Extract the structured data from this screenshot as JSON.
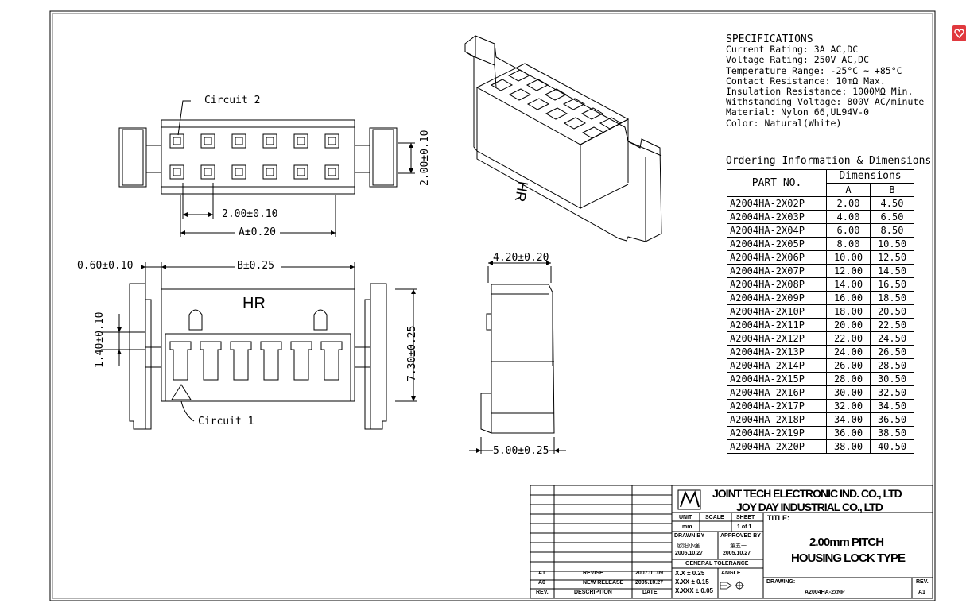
{
  "specifications": {
    "heading": "SPECIFICATIONS",
    "lines": [
      "Current Rating: 3A AC,DC",
      "Voltage Rating: 250V AC,DC",
      "Temperature Range: -25°C ~ +85°C",
      "Contact Resistance: 10mΩ Max.",
      "Insulation Resistance: 1000MΩ Min.",
      "Withstanding Voltage: 800V AC/minute",
      "Material: Nylon 66,UL94V-0",
      "Color: Natural(White)"
    ]
  },
  "ordering": {
    "heading": "Ordering Information & Dimensions",
    "col_part": "PART NO.",
    "col_dims": "Dimensions",
    "col_a": "A",
    "col_b": "B",
    "rows": [
      [
        "A2004HA-2X02P",
        "2.00",
        "4.50"
      ],
      [
        "A2004HA-2X03P",
        "4.00",
        "6.50"
      ],
      [
        "A2004HA-2X04P",
        "6.00",
        "8.50"
      ],
      [
        "A2004HA-2X05P",
        "8.00",
        "10.50"
      ],
      [
        "A2004HA-2X06P",
        "10.00",
        "12.50"
      ],
      [
        "A2004HA-2X07P",
        "12.00",
        "14.50"
      ],
      [
        "A2004HA-2X08P",
        "14.00",
        "16.50"
      ],
      [
        "A2004HA-2X09P",
        "16.00",
        "18.50"
      ],
      [
        "A2004HA-2X10P",
        "18.00",
        "20.50"
      ],
      [
        "A2004HA-2X11P",
        "20.00",
        "22.50"
      ],
      [
        "A2004HA-2X12P",
        "22.00",
        "24.50"
      ],
      [
        "A2004HA-2X13P",
        "24.00",
        "26.50"
      ],
      [
        "A2004HA-2X14P",
        "26.00",
        "28.50"
      ],
      [
        "A2004HA-2X15P",
        "28.00",
        "30.50"
      ],
      [
        "A2004HA-2X16P",
        "30.00",
        "32.50"
      ],
      [
        "A2004HA-2X17P",
        "32.00",
        "34.50"
      ],
      [
        "A2004HA-2X18P",
        "34.00",
        "36.50"
      ],
      [
        "A2004HA-2X19P",
        "36.00",
        "38.50"
      ],
      [
        "A2004HA-2X20P",
        "38.00",
        "40.50"
      ]
    ]
  },
  "drawing": {
    "circuit2": "Circuit 2",
    "circuit1": "Circuit 1",
    "dim_pitch": "2.00±0.10",
    "dim_row_pitch": "2.00±0.10",
    "dim_a": "A±0.20",
    "dim_b": "B±0.25",
    "dim_060": "0.60±0.10",
    "dim_140": "1.40±0.10",
    "dim_730": "7.30±0.25",
    "dim_420": "4.20±0.20",
    "dim_500": "5.00±0.25",
    "hr_mark": "HR",
    "hr_mark_iso": "HR"
  },
  "title_block": {
    "company1": "JOINT TECH ELECTRONIC IND. CO., LTD",
    "company2": "JOY DAY INDUSTRIAL CO., LTD",
    "unit_label": "UNIT",
    "unit_value": "mm",
    "scale_label": "SCALE",
    "sheet_label": "SHEET",
    "sheet_value": "1 of 1",
    "title_label": "TITLE:",
    "title_line1": "2.00mm PITCH",
    "title_line2": "HOUSING LOCK TYPE",
    "drawn_by_label": "DRAWN BY",
    "drawn_by_name": "欧阳小强",
    "drawn_date": "2005.10.27",
    "approved_label": "APPROVED BY",
    "approved_name": "董五一",
    "approved_date": "2005.10.27",
    "tolerance_label": "GENERAL TOLERANCE",
    "tol1": "X.X ± 0.25",
    "tol2": "X.XX ± 0.15",
    "tol3": "X.XXX ± 0.05",
    "angle_label": "ANGLE",
    "drawing_no_label": "DRAWING:",
    "drawing_no": "A2004HA-2xNP",
    "rev_label": "REV.",
    "rev_value": "A1",
    "rev_rows": [
      [
        "A1",
        "REVISE",
        "2007.01.09"
      ],
      [
        "A0",
        "NEW RELEASE",
        "2005.10.27"
      ]
    ],
    "rev_hdr": [
      "REV.",
      "DESCRIPTION",
      "DATE"
    ]
  },
  "colors": {
    "line": "#000000",
    "accent_icon": "#e0393e"
  }
}
